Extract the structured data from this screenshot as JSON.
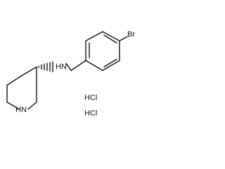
{
  "structure": {
    "atoms": {
      "bromine": "Br",
      "amine_nh": "H",
      "amine_n": "N",
      "ring_nh": "N",
      "ring_h": "H"
    },
    "salts": [
      "HCl",
      "HCl"
    ]
  },
  "colors": {
    "ink": "#111111",
    "background": "#ffffff"
  }
}
